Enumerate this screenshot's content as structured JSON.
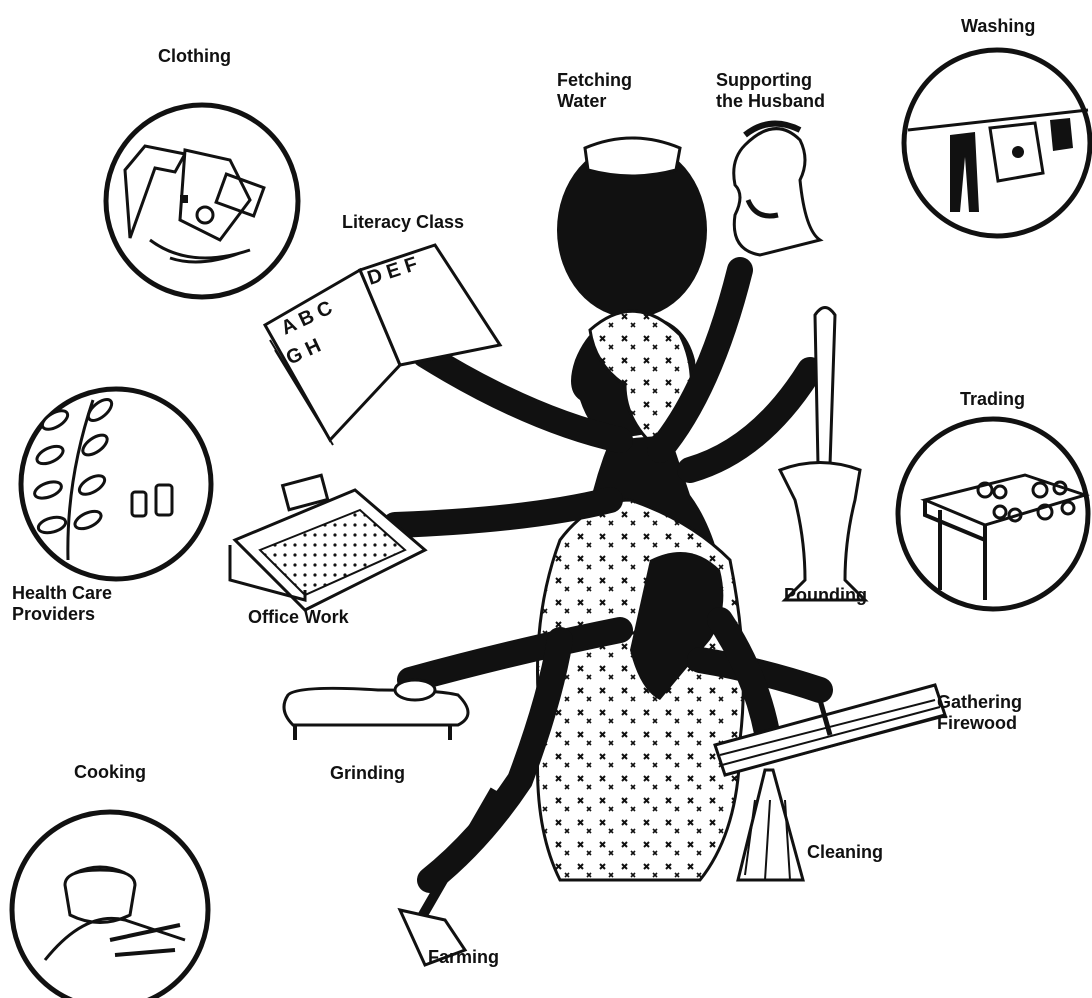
{
  "colors": {
    "ink": "#111111",
    "paper": "#ffffff",
    "skin": "#141414"
  },
  "labels": {
    "clothing": "Clothing",
    "washing": "Washing",
    "fetching_water": [
      "Fetching",
      "Water"
    ],
    "supporting_husband": [
      "Supporting",
      "the Husband"
    ],
    "literacy_class": "Literacy Class",
    "trading": "Trading",
    "health_care": [
      "Health Care",
      "Providers"
    ],
    "office_work": "Office Work",
    "pounding": "Pounding",
    "gathering_firewood": [
      "Gathering",
      "Firewood"
    ],
    "cooking": "Cooking",
    "grinding": "Grinding",
    "cleaning": "Cleaning",
    "farming": "Farming"
  },
  "book_letters": {
    "left": "A B C",
    "left2": "G H",
    "right": "D E F"
  },
  "icons": [
    "clothing-icon",
    "washing-icon",
    "trading-icon",
    "health-care-icon",
    "cooking-icon",
    "water-pot-icon",
    "husband-portrait-icon",
    "book-icon",
    "typewriter-icon",
    "mortar-pestle-icon",
    "grinding-stone-icon",
    "firewood-icon",
    "broom-icon",
    "hoe-icon"
  ]
}
